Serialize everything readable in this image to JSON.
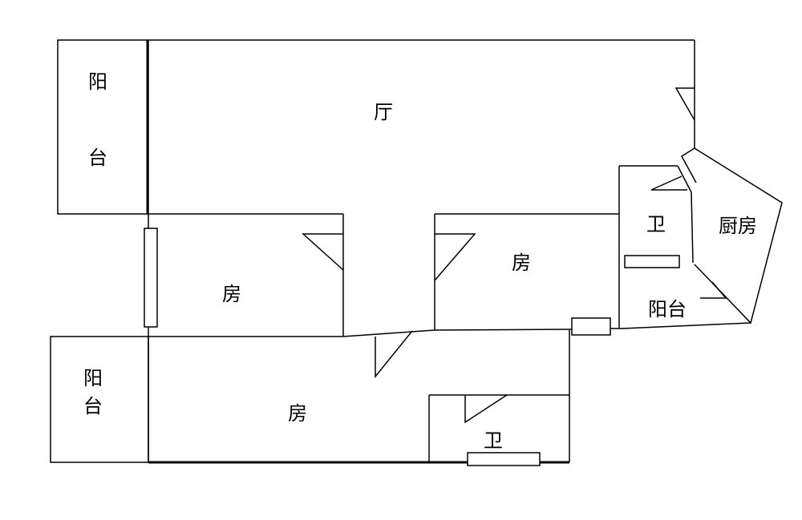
{
  "rooms": {
    "balcony_top_left": {
      "char1": "阳",
      "char2": "台"
    },
    "living_hall": "厅",
    "bathroom_right": "卫",
    "kitchen": "厨房",
    "bedroom_middle": "房",
    "balcony_right": "阳台",
    "bedroom_left": "房",
    "balcony_bottom_left": {
      "char1": "阳",
      "char2": "台"
    },
    "bedroom_bottom": "房",
    "bathroom_bottom": "卫"
  }
}
